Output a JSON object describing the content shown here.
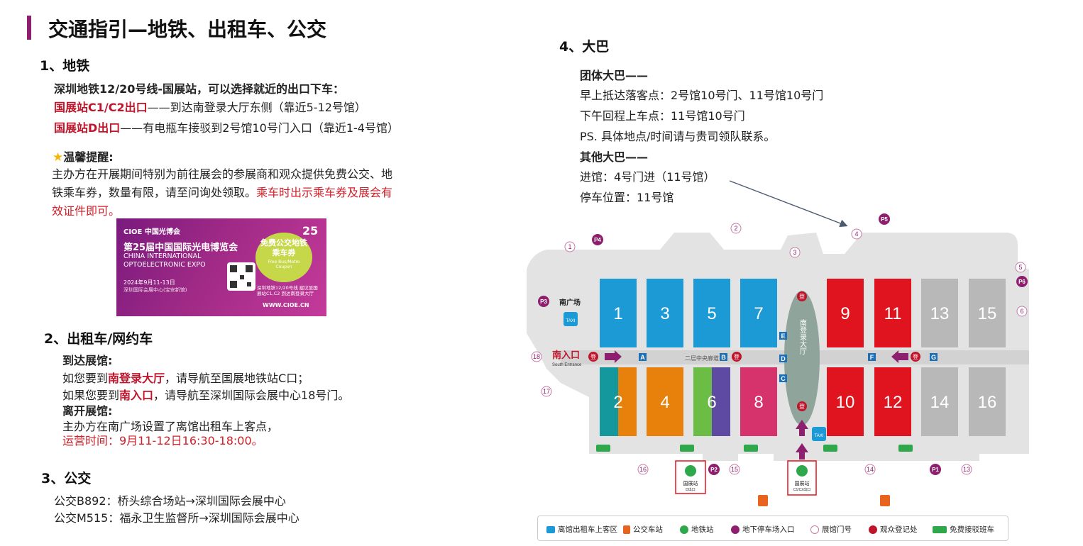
{
  "title": "交通指引—地铁、出租车、公交",
  "metro": {
    "heading": "1、地铁",
    "intro": "深圳地铁12/20号线-国展站，可以选择就近的出口下车：",
    "exit1_name": "国展站C1/C2出口",
    "exit1_desc": "——到达南登录大厅东侧（靠近5-12号馆）",
    "exit2_name": "国展站D出口",
    "exit2_desc": "——有电瓶车接驳到2号馆10号门入口（靠近1-4号馆）",
    "tip_title": "温馨提醒:",
    "tip_line1": "主办方在开展期间特别为前往展会的参展商和观众提供免费公交、地",
    "tip_line2_a": "铁乘车券，数量有限，请至问询处领取。",
    "tip_line2_b": "乘车时出示乘车券及展会有",
    "tip_line3": "效证件即可。"
  },
  "coupon": {
    "logo": "CIOE 中国光博会",
    "name_cn": "第25届中国国际光电博览会",
    "name_en1": "CHINA INTERNATIONAL",
    "name_en2": "OPTOELECTRONIC EXPO",
    "date": "2024年9月11-13日",
    "venue": "深圳国际会展中心(宝安新馆)",
    "circle_title": "免费公交地铁乘车券",
    "circle_sub": "Free Bus/Metro Coupon",
    "route_note": "深圳地铁12/20号线 建议至国展站C1,C2 到达南登录大厅",
    "url": "WWW.CIOE.CN",
    "badge": "25"
  },
  "taxi": {
    "heading": "2、出租车/网约车",
    "arrive_title": "到达展馆:",
    "arrive1_a": "如您要到",
    "arrive1_b": "南登录大厅",
    "arrive1_c": "，请导航至国展地铁站C口；",
    "arrive2_a": "如果您要到",
    "arrive2_b": "南入口",
    "arrive2_c": "，请导航至深圳国际会展中心18号门。",
    "leave_title": "离开展馆:",
    "leave1": "主办方在南广场设置了离馆出租车上客点，",
    "leave2": "运营时间：9月11-12日16:30-18:00。"
  },
  "bus": {
    "heading": "3、公交",
    "line1": "公交B892：桥头综合场站→深圳国际会展中心",
    "line2": "公交M515：福永卫生监督所→深圳国际会展中心"
  },
  "coach": {
    "heading": "4、大巴",
    "group_title": "团体大巴——",
    "group1": "早上抵达落客点：2号馆10号门、11号馆10号门",
    "group2": "下午回程上车点：11号馆10号门",
    "group3": "PS. 具体地点/时间请与贵司领队联系。",
    "other_title": "其他大巴——",
    "other1": "进馆：4号门进（11号馆）",
    "other2": "停车位置：11号馆"
  },
  "map": {
    "south_square": "南广场",
    "south_entrance": "南入口",
    "south_entrance_en": "South Entrance",
    "central_corridor": "二层中央廊道",
    "lobby": "南登录大厅",
    "station_d": "国展站",
    "station_d_sub": "D出口",
    "station_c": "国展站",
    "station_c_sub": "C1/C2出口",
    "taxi_label": "TAXI",
    "reg_label": "登",
    "halls_top": [
      "1",
      "3",
      "5",
      "7",
      "9",
      "11",
      "13",
      "15"
    ],
    "halls_bottom": [
      "2",
      "4",
      "6",
      "8",
      "10",
      "12",
      "14",
      "16"
    ],
    "gates": [
      "1",
      "2",
      "3",
      "4",
      "5",
      "6",
      "13",
      "14",
      "15",
      "16",
      "17",
      "18"
    ],
    "parking": [
      "P1",
      "P2",
      "P3",
      "P4",
      "P5",
      "P6"
    ],
    "entrances": [
      "A",
      "B",
      "C",
      "D",
      "E",
      "F",
      "G"
    ],
    "colors": {
      "blue": "#1c9ad6",
      "red": "#e0141e",
      "grey": "#b8b8b8",
      "teal": "#15979e",
      "orange": "#e8800c",
      "green": "#6cbd45",
      "purple": "#5e4aa3",
      "pink": "#d6336c",
      "accent": "#8e1f6e"
    }
  },
  "legend": {
    "items": [
      "离馆出租车上客区",
      "公交车站",
      "地铁站",
      "地下停车场入口",
      "展馆门号",
      "观众登记处",
      "免费接驳班车"
    ]
  }
}
